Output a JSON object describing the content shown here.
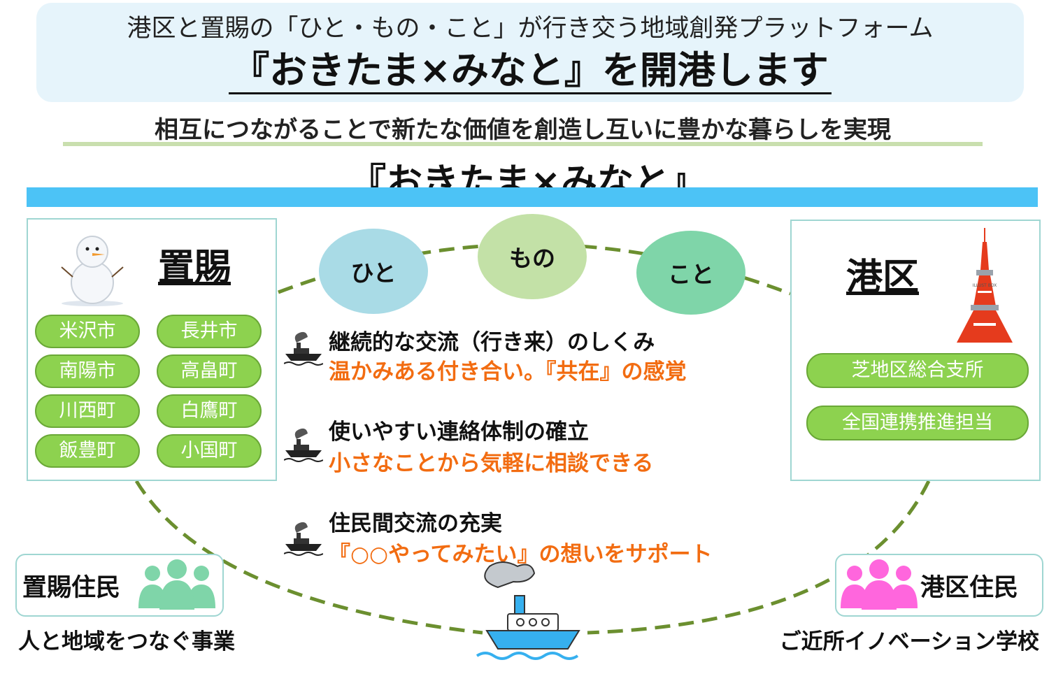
{
  "header": {
    "subtitle": "港区と置賜の「ひと・もの・こと」が行き交う地域創発プラットフォーム",
    "title": "『おきたま×みなと』を開港します"
  },
  "tagline": "相互につながることで新たな価値を創造し互いに豊かな暮らしを実現",
  "platform_title": "『おきたま×みなと』",
  "okitama": {
    "name": "置賜",
    "cities": [
      "米沢市",
      "長井市",
      "南陽市",
      "高畠町",
      "川西町",
      "白鷹町",
      "飯豊町",
      "小国町"
    ]
  },
  "minato": {
    "name": "港区",
    "offices": [
      "芝地区総合支所",
      "全国連携推進担当"
    ],
    "tower_watermark": "ILLUST BOX"
  },
  "circles": [
    {
      "label": "ひと",
      "color": "#a9dbe6"
    },
    {
      "label": "もの",
      "color": "#c3e1a7"
    },
    {
      "label": "こと",
      "color": "#7fd5a9"
    }
  ],
  "items": [
    {
      "heading": "継続的な交流（行き来）のしくみ",
      "detail": "温かみある付き合い。『共在』の感覚"
    },
    {
      "heading": "使いやすい連絡体制の確立",
      "detail": "小さなことから気軽に相談できる"
    },
    {
      "heading": "住民間交流の充実",
      "detail": "『○○やってみたい』の想いをサポート"
    }
  ],
  "residents": {
    "okitama_label": "置賜住民",
    "minato_label": "港区住民"
  },
  "captions": {
    "left": "人と地域をつなぐ事業",
    "right": "ご近所イノベーション学校"
  },
  "colors": {
    "header_bg": "#e6f4fb",
    "blue_bar": "#4cc3f6",
    "pill_green": "#8dd24f",
    "orange_text": "#f26c11",
    "dash_green": "#6b8f2f",
    "people_green": "#7fd5a9",
    "people_pink": "#ff66dd"
  }
}
